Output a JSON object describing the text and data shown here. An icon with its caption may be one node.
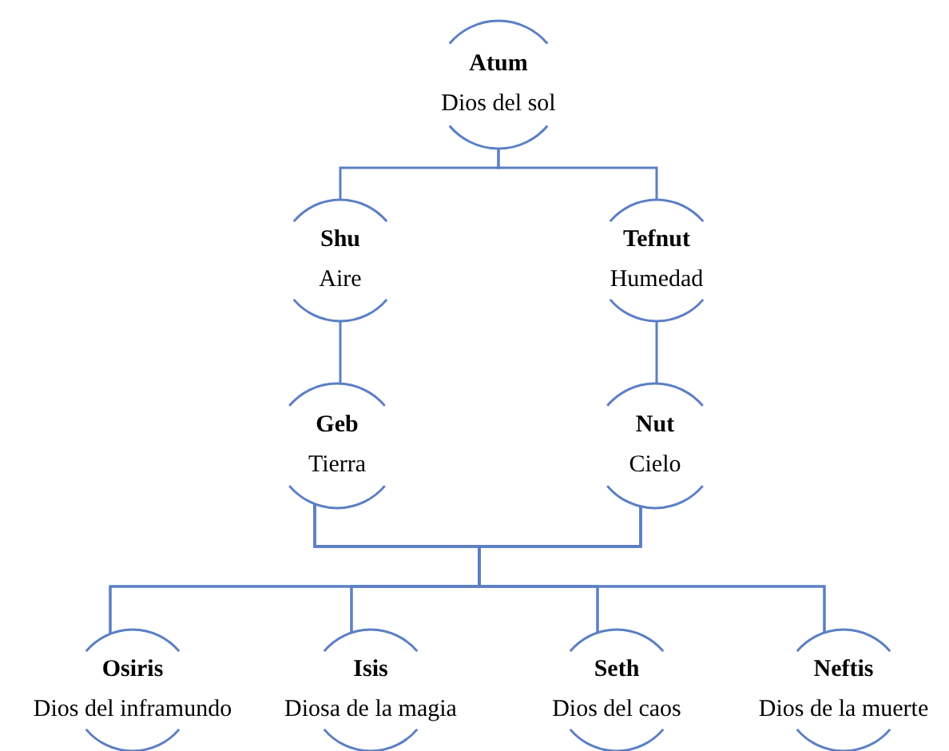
{
  "diagram": {
    "nodes": [
      {
        "text": [
          "Atum",
          "Dios del sol"
        ]
      },
      {
        "text": [
          "Shu",
          "Aire"
        ]
      },
      {
        "text": [
          "Tefnut",
          "Humedad"
        ]
      },
      {
        "text": [
          "Geb",
          "Tierra"
        ]
      },
      {
        "text": [
          "Nut",
          "Cielo"
        ]
      },
      {
        "text": [
          "Osiris",
          "Dios del inframundo"
        ]
      },
      {
        "text": [
          "Isis",
          "Diosa de la magia"
        ]
      },
      {
        "text": [
          "Seth",
          "Dios del caos"
        ]
      },
      {
        "text": [
          "Neftis",
          "Dios de la muerte"
        ]
      }
    ],
    "edges": [
      {
        "from": 0,
        "to": 1,
        "arrow": "none"
      },
      {
        "from": 0,
        "to": 2,
        "arrow": "none"
      },
      {
        "from": 1,
        "to": 3,
        "arrow": "none"
      },
      {
        "from": 2,
        "to": 4,
        "arrow": "none"
      },
      {
        "from": 3,
        "to": 5,
        "arrow": "none"
      },
      {
        "from": 3,
        "to": 6,
        "arrow": "none"
      },
      {
        "from": 3,
        "to": 7,
        "arrow": "none"
      },
      {
        "from": 3,
        "to": 8,
        "arrow": "none"
      },
      {
        "from": 4,
        "to": 5,
        "arrow": "none"
      },
      {
        "from": 4,
        "to": 6,
        "arrow": "none"
      },
      {
        "from": 4,
        "to": 7,
        "arrow": "none"
      },
      {
        "from": 4,
        "to": 8,
        "arrow": "none"
      }
    ]
  }
}
